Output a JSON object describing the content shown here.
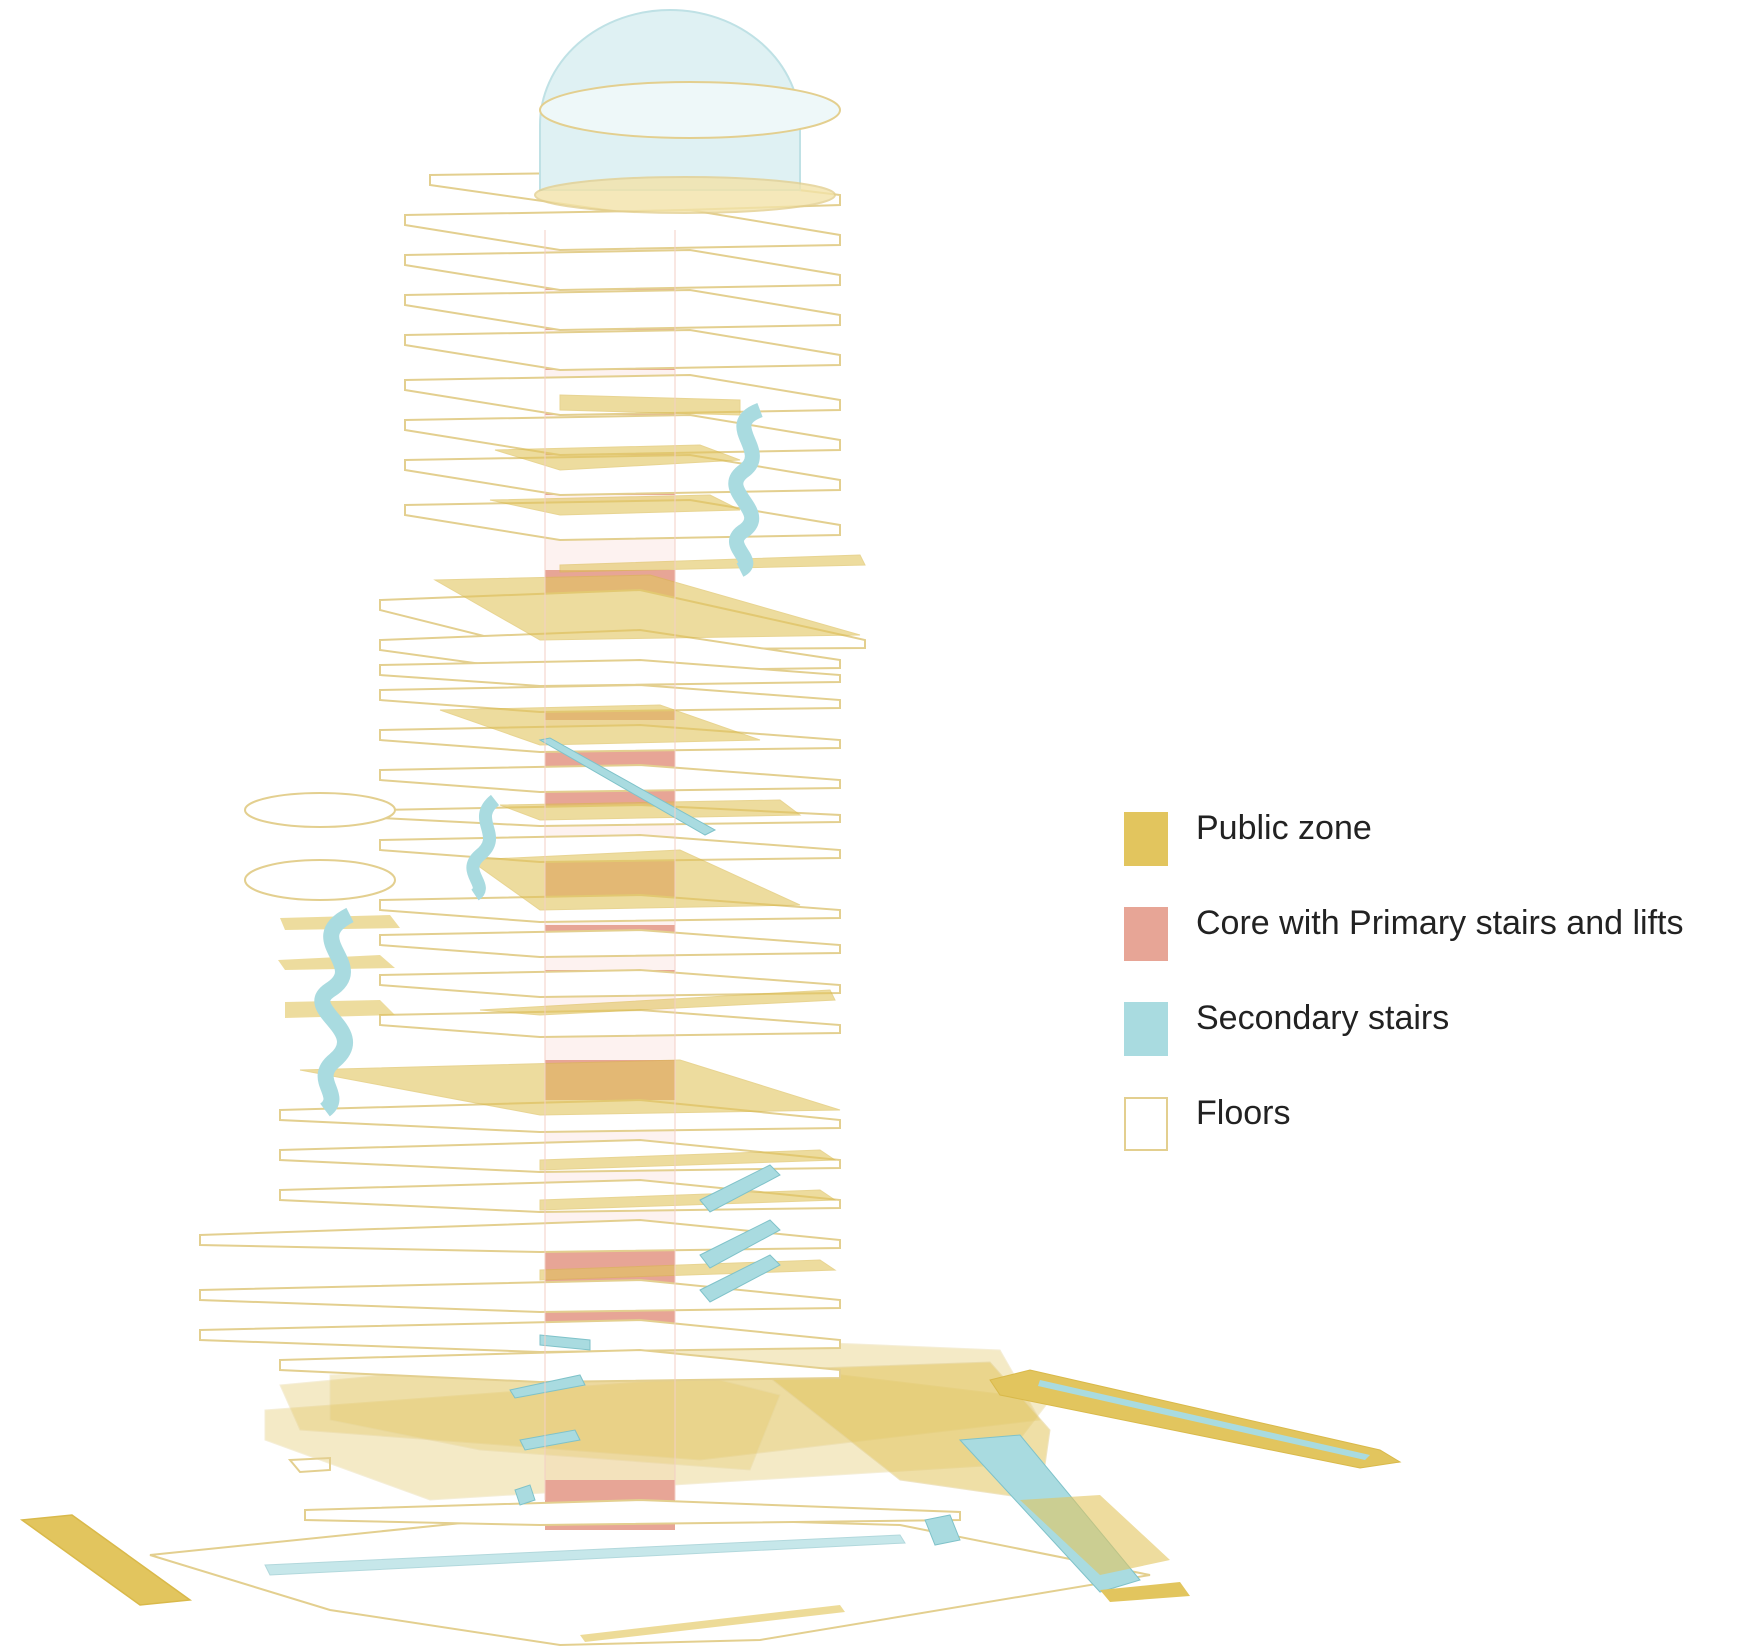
{
  "colors": {
    "public_zone": "#e2c55e",
    "core": "#e7a596",
    "secondary_stairs": "#a9dbe0",
    "floor_stroke": "#e3cf8f",
    "floor_fill": "#ffffff",
    "dome": "#dff1f3",
    "ribbon": "#b9e2e6"
  },
  "legend": [
    {
      "label": "Public zone",
      "swatch": "public_zone"
    },
    {
      "label": "Core with Primary stairs and lifts",
      "swatch": "core"
    },
    {
      "label": "Secondary stairs",
      "swatch": "secondary_stairs"
    },
    {
      "label": "Floors",
      "swatch": "floor"
    }
  ],
  "icons": {
    "dome": "dome-icon",
    "spiral": "spiral-stair-icon"
  }
}
